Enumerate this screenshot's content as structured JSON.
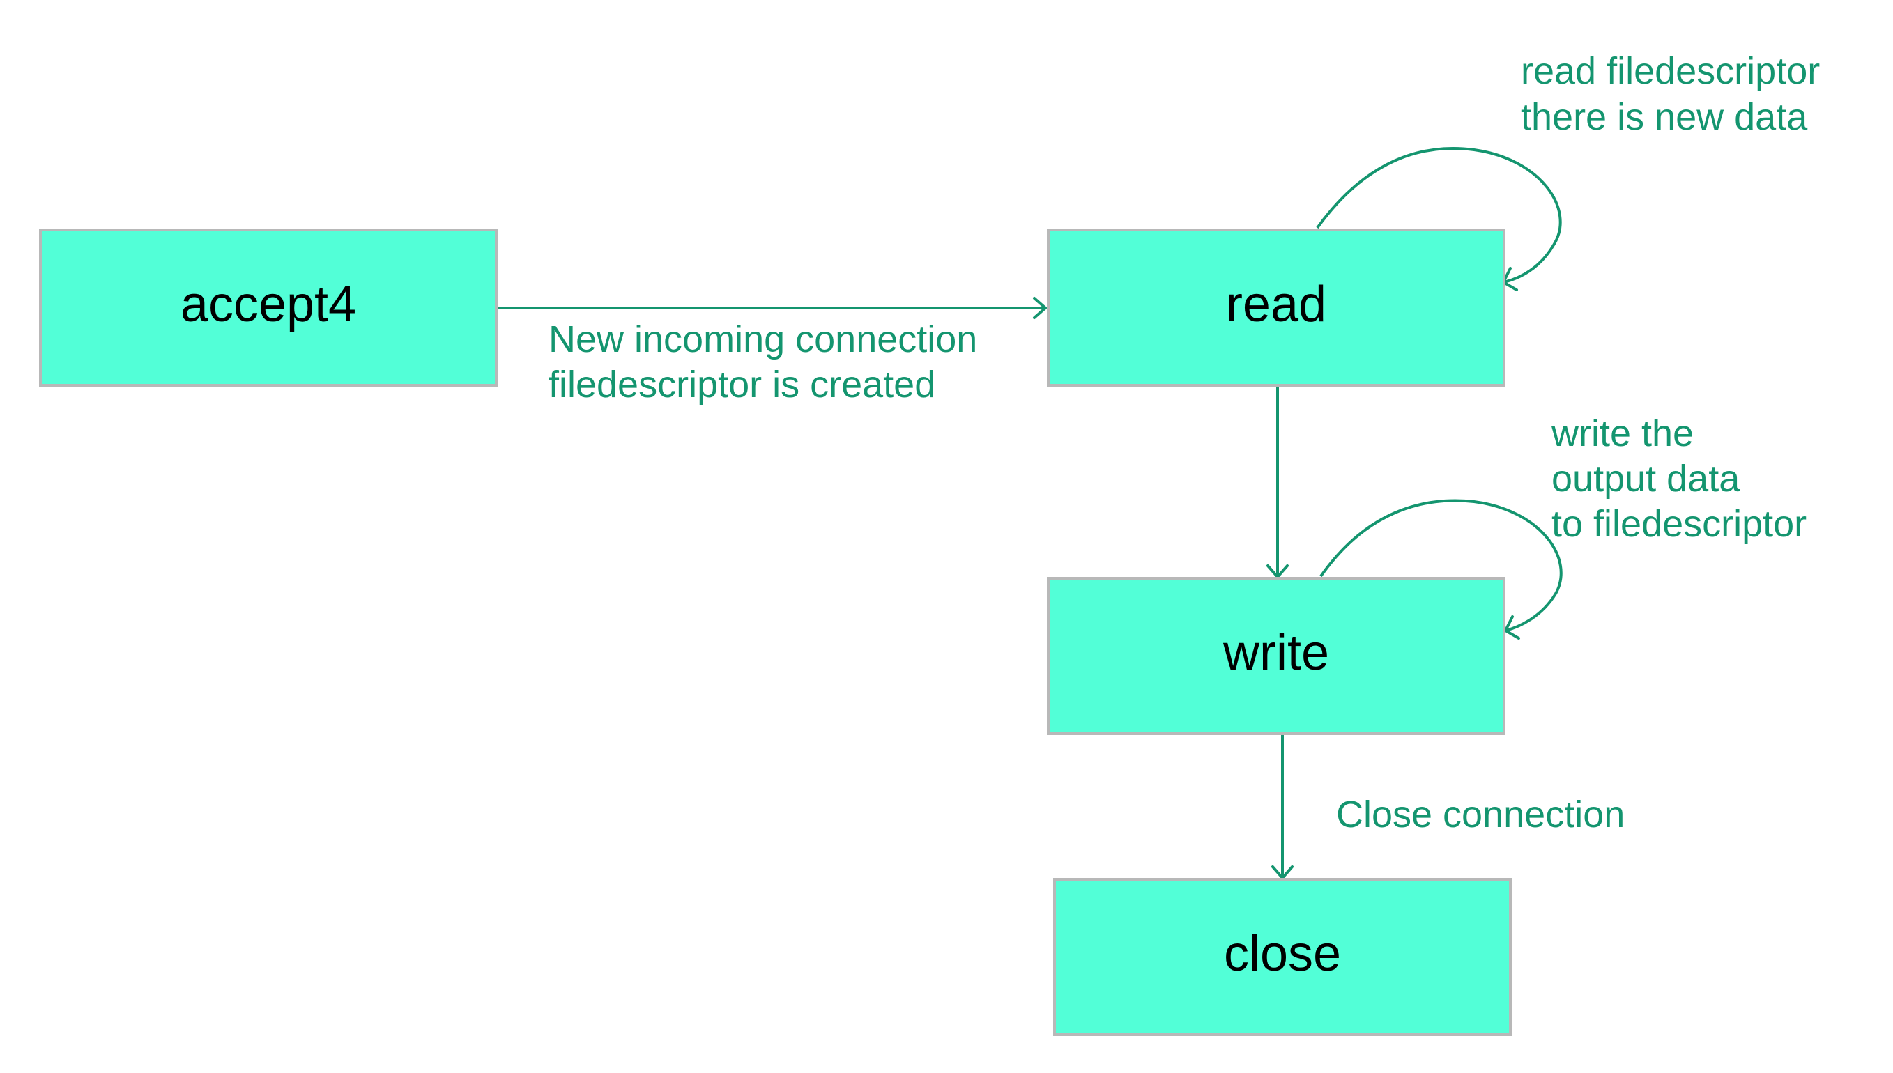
{
  "colors": {
    "node_fill": "#52ffd7",
    "node_border": "#b8b8b8",
    "edge": "#14956f",
    "label_text": "#14956f",
    "node_text": "#000000"
  },
  "nodes": {
    "accept4": "accept4",
    "read": "read",
    "write": "write",
    "close": "close"
  },
  "edges": {
    "accept_to_read": {
      "line1": "New incoming connection",
      "line2": "filedescriptor is created"
    },
    "read_loop": {
      "line1": "read filedescriptor",
      "line2": "there is new data"
    },
    "write_loop": {
      "line1": "write the",
      "line2": "output data",
      "line3": "to filedescriptor"
    },
    "write_to_close": {
      "line1": "Close connection"
    }
  }
}
